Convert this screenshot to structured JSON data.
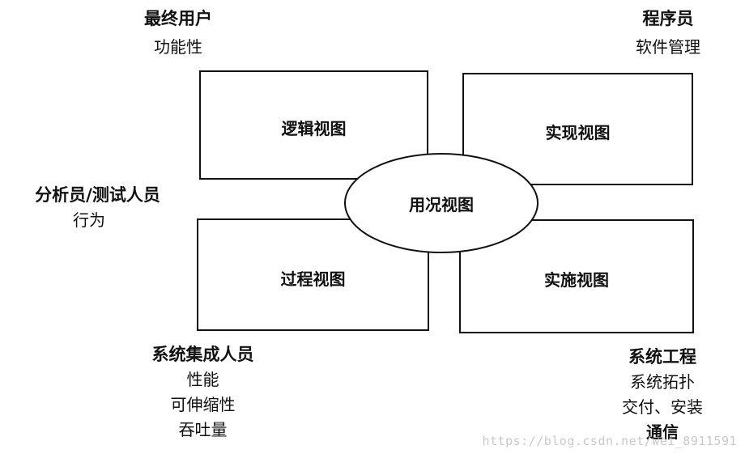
{
  "views": {
    "logical": "逻辑视图",
    "implementation": "实现视图",
    "process": "过程视图",
    "deployment": "实施视图",
    "use_case": "用况视图"
  },
  "stakeholders": {
    "end_user": {
      "role": "最终用户",
      "concerns": [
        "功能性"
      ]
    },
    "programmer": {
      "role": "程序员",
      "concerns": [
        "软件管理"
      ]
    },
    "analyst": {
      "role": "分析员/测试人员",
      "concerns": [
        "行为"
      ]
    },
    "integrator": {
      "role": "系统集成人员",
      "concerns": [
        "性能",
        "可伸缩性",
        "吞吐量"
      ]
    },
    "engineer": {
      "role": "系统工程",
      "concerns": [
        "系统拓扑",
        "交付、安装",
        "通信"
      ]
    }
  },
  "watermark": "https://blog.csdn.net/wei_8911591",
  "colors": {
    "line": "#111111",
    "background": "#ffffff",
    "watermark": "#c9c9c9"
  }
}
